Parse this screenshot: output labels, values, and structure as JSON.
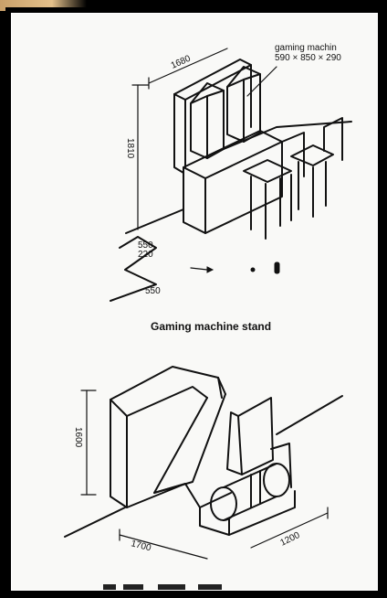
{
  "figure1": {
    "dim_width": "1680",
    "dim_height": "1810",
    "label_line1": "gaming machin",
    "label_line2": "590 × 850 × 290",
    "dim_550_top": "550",
    "dim_220": "220",
    "dim_550_bottom": "550",
    "caption": "Gaming machine stand"
  },
  "figure2": {
    "dim_height": "1600",
    "dim_width": "1700",
    "dim_depth": "1200"
  }
}
